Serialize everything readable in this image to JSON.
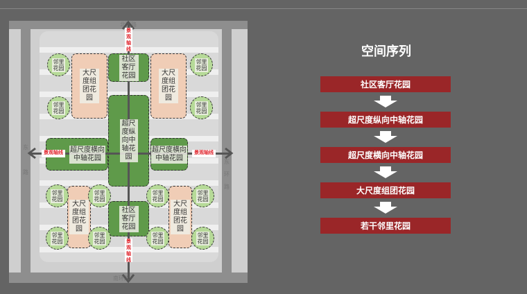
{
  "plan": {
    "roads": {
      "north": "北环路",
      "south": "南环路",
      "east": "东环路",
      "west": "东 路"
    },
    "axis_label": "景观轴线",
    "community": "社区客厅花园",
    "vertical": "超尺度纵向中轴花园",
    "horizontal": "超尺度横向中轴花园",
    "group": "大尺度组团花园",
    "neighbor": "邻里花园"
  },
  "sequence": {
    "title": "空间序列",
    "steps": [
      "社区客厅花园",
      "超尺度纵向中轴花园",
      "超尺度横向中轴花园",
      "大尺度组团花园",
      "若干邻里花园"
    ]
  }
}
